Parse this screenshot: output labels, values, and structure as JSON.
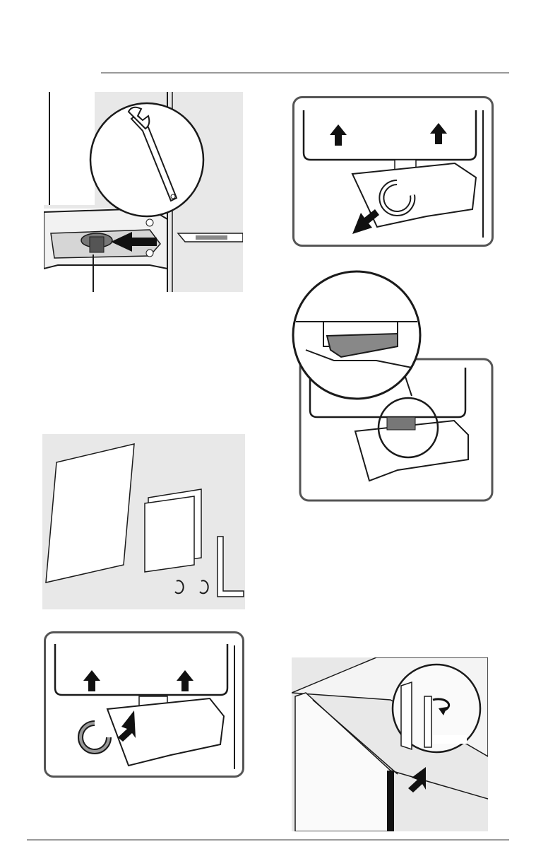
{
  "page": {
    "background": "#ffffff",
    "rule_color": "#9a9a9a",
    "illustration_bg": "#e8e8e8",
    "line_color": "#1a1a1a",
    "accent_gray": "#7a7a7a"
  },
  "figures": [
    {
      "id": "fig-wrench-hinge",
      "icons": [
        "wrench-icon",
        "arrow-left-icon",
        "screwdriver-icon"
      ]
    },
    {
      "id": "fig-door-stopper-top",
      "icons": [
        "arrow-up-icon",
        "arrow-up-icon",
        "clip-icon",
        "arrow-pointer-icon"
      ]
    },
    {
      "id": "fig-stopper-zoom",
      "icons": [
        "magnifier-circle-icon"
      ]
    },
    {
      "id": "fig-accessories",
      "icons": [
        "manual-sheet-icon",
        "booklet-icon",
        "clip-icon",
        "clip-icon",
        "hex-key-icon"
      ]
    },
    {
      "id": "fig-door-stopper-bottom",
      "icons": [
        "arrow-up-icon",
        "arrow-up-icon",
        "clip-icon",
        "arrow-pointer-icon"
      ]
    },
    {
      "id": "fig-door-pin",
      "icons": [
        "rotate-arrow-icon",
        "arrow-pointer-icon"
      ]
    }
  ]
}
